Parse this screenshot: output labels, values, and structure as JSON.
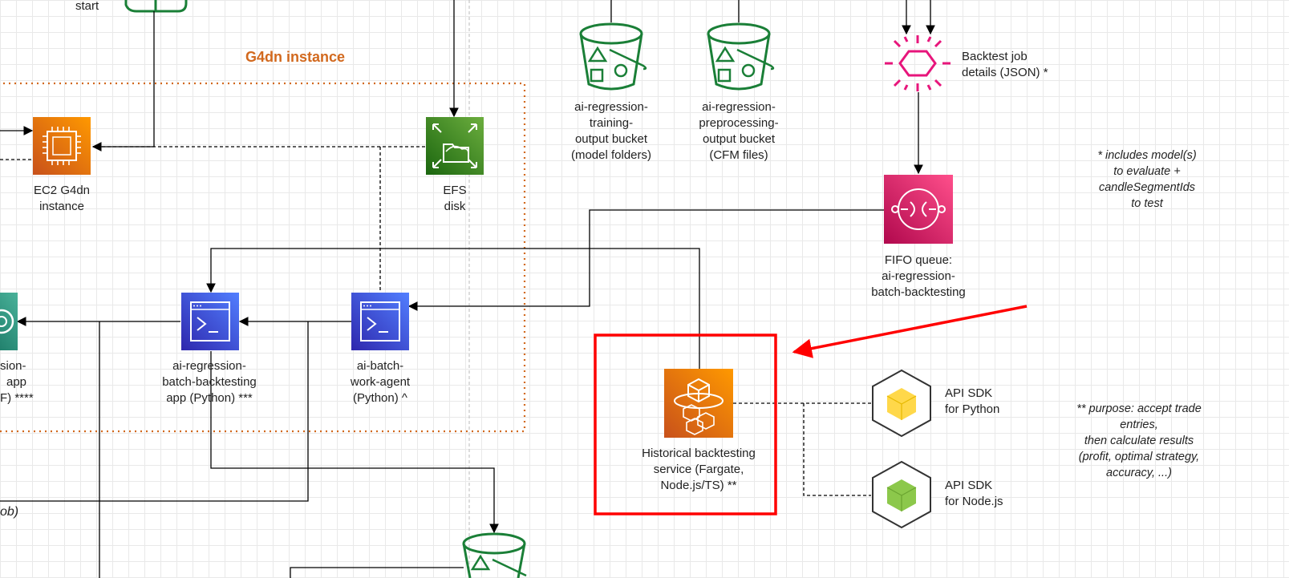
{
  "colors": {
    "compute_orange": "#ed7100",
    "storage_green": "#3f8624",
    "bucket_green": "#1a7f37",
    "app_blue": "#3b48cc",
    "sqs_pink": "#e7157b",
    "highlight_red": "#ff0000",
    "group_border": "#d2691e",
    "sdk_python": "#ffd84a",
    "sdk_node": "#8cc84b"
  },
  "labels": {
    "start": "start",
    "g4dn_group": "G4dn instance",
    "ec2": [
      "EC2 G4dn",
      "instance"
    ],
    "efs": [
      "EFS",
      "disk"
    ],
    "training_bucket": [
      "ai-regression-",
      "training-",
      "output bucket",
      "(model folders)"
    ],
    "preprocessing_bucket": [
      "ai-regression-",
      "preprocessing-",
      "output bucket",
      "(CFM files)"
    ],
    "backtest_job": [
      "Backtest job",
      "details (JSON) *"
    ],
    "fifo_queue": [
      "FIFO queue:",
      "ai-regression-",
      "batch-backtesting"
    ],
    "includes_note": [
      "* includes model(s)",
      "to evaluate +",
      "candleSegmentIds",
      "to test"
    ],
    "left_app": [
      "sion-",
      "app",
      "F) ****"
    ],
    "batch_app": [
      "ai-regression-",
      "batch-backtesting",
      "app (Python) ***"
    ],
    "work_agent": [
      "ai-batch-",
      "work-agent",
      "(Python) ^"
    ],
    "fargate_service": [
      "Historical backtesting",
      "service (Fargate,",
      "Node.js/TS) **"
    ],
    "sdk_python": [
      "API SDK",
      "for Python"
    ],
    "sdk_node": [
      "API SDK",
      "for Node.js"
    ],
    "purpose_note": [
      "** purpose: accept trade",
      "entries,",
      "then calculate results",
      "(profit, optimal strategy,",
      "accuracy, ...)"
    ],
    "ob_fragment": "ob)"
  }
}
